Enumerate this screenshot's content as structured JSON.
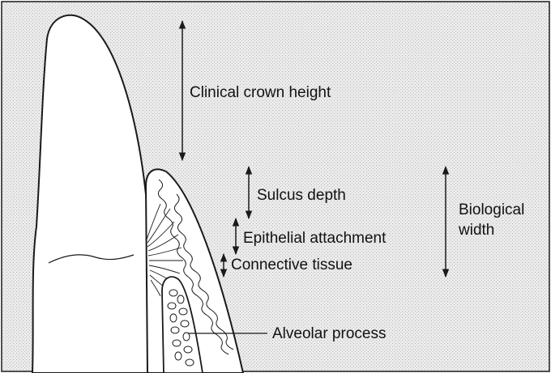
{
  "colors": {
    "background": "#ebebeb",
    "tooth": "#ffffff",
    "outline": "#1a1a1a"
  },
  "labels": {
    "clinical_crown_height": "Clinical crown height",
    "sulcus_depth": "Sulcus depth",
    "epithelial_attachment": "Epithelial attachment",
    "connective_tissue": "Connective tissue",
    "biological_width_line1": "Biological",
    "biological_width_line2": "width",
    "alveolar_process": "Alveolar process"
  }
}
